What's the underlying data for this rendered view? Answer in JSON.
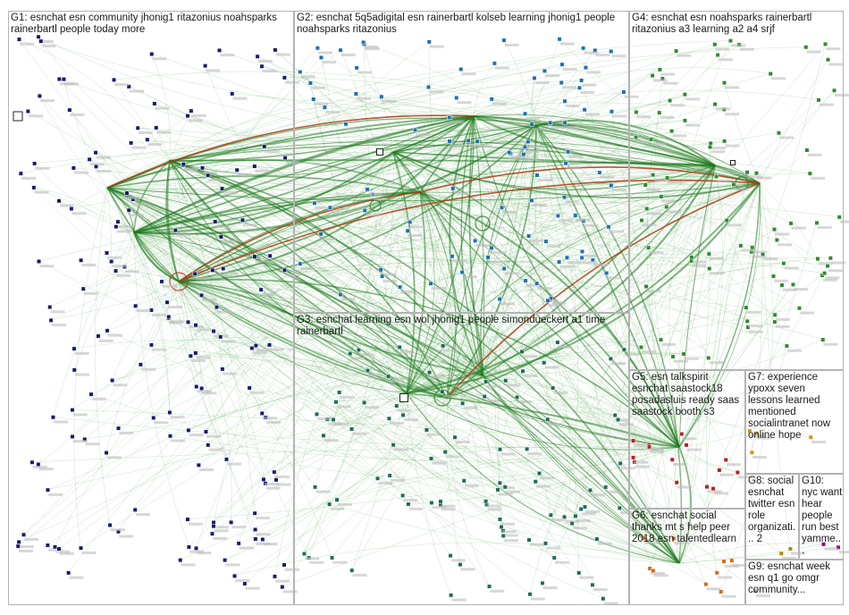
{
  "groups": [
    {
      "id": "G1",
      "label": "G1: esnchat esn community jhonig1 ritazonius noahsparks rainerbartl people today more",
      "color": "#1a1a6e"
    },
    {
      "id": "G2",
      "label": "G2: esnchat 5q5adigital esn rainerbartl kolseb learning jhonig1 people noahsparks ritazonius",
      "color": "#1f6fb2"
    },
    {
      "id": "G3",
      "label": "G3: esnchat learning esn wol jhonig1 people simondueckert a1 time rainerbartl",
      "color": "#1e6b5a"
    },
    {
      "id": "G4",
      "label": "G4: esnchat esn noahsparks rainerbartl ritazonius a3 learning a2 a4 srjf",
      "color": "#2e8b2e"
    },
    {
      "id": "G5",
      "label": "G5: esn talkspirit esnchat saastock18 posadasluis ready saas saastock booth s3",
      "color": "#b22222"
    },
    {
      "id": "G6",
      "label": "G6: esnchat social thanks mt s help peer 2018 esn talentedlearn",
      "color": "#d2691e"
    },
    {
      "id": "G7",
      "label": "G7: experience ypoxx seven lessons learned mentioned socialintranet now online hope",
      "color": "#cc9900"
    },
    {
      "id": "G8",
      "label": "G8: social esnchat twitter esn role organizati... 2",
      "color": "#b8860b"
    },
    {
      "id": "G9",
      "label": "G9: esnchat week esn q1 go omgr community...",
      "color": "#999999"
    },
    {
      "id": "G10",
      "label": "G10: nyc want hear people run best yamme...",
      "color": "#8b008b"
    }
  ],
  "colors": {
    "edge": "#2f8f2f",
    "edge_strong": "#1e7a1e",
    "edge_highlight": "#b03a10",
    "border": "#b3b3b3",
    "background": "#ffffff"
  }
}
